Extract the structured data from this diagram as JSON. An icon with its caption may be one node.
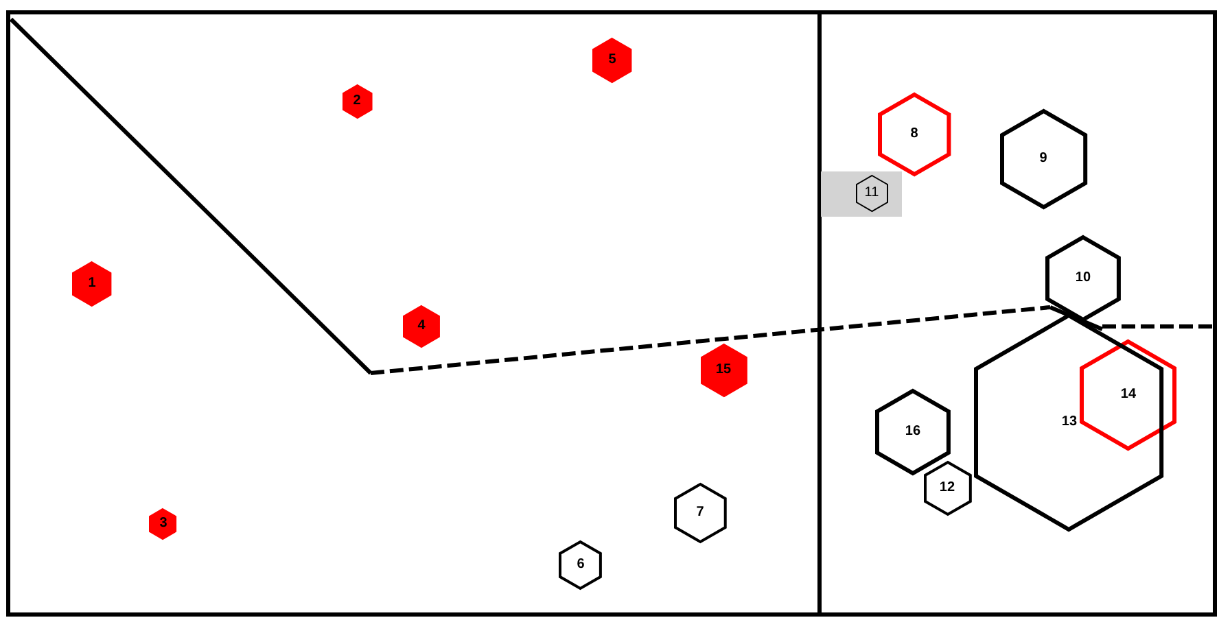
{
  "diagram": {
    "nodes": [
      {
        "text": [
          "5"
        ]
      },
      {
        "text": [
          "2"
        ]
      },
      {
        "text": [
          "8"
        ]
      },
      {
        "text": [
          "9"
        ]
      },
      {
        "text": [
          "11"
        ]
      },
      {
        "text": [
          "1"
        ]
      },
      {
        "text": [
          "10"
        ]
      },
      {
        "text": [
          "4"
        ]
      },
      {
        "text": [
          "15"
        ]
      },
      {
        "text": [
          "14"
        ]
      },
      {
        "text": [
          "13"
        ]
      },
      {
        "text": [
          "16"
        ]
      },
      {
        "text": [
          "12"
        ]
      },
      {
        "text": [
          "7"
        ]
      },
      {
        "text": [
          "3"
        ]
      },
      {
        "text": [
          "6"
        ]
      }
    ]
  }
}
